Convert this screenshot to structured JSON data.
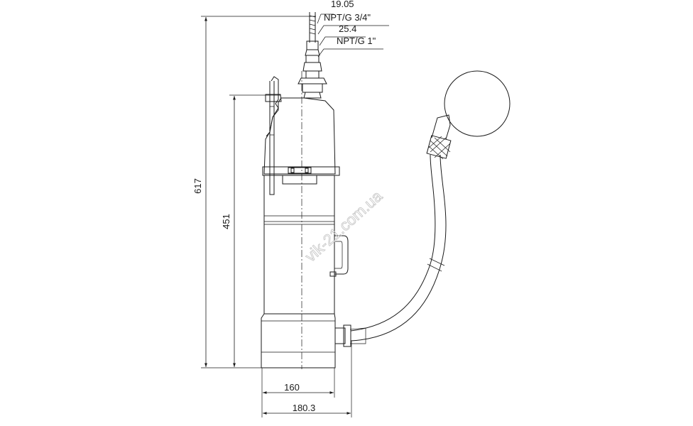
{
  "dimensions": {
    "overall_height": "617",
    "body_height": "451",
    "body_width": "160",
    "overall_width": "180.3"
  },
  "connections": {
    "hose_size_1": "19.05",
    "thread_1": "NPT/G 3/4\"",
    "hose_size_2": "25.4",
    "thread_2": "NPT/G 1\""
  },
  "watermark": "vik-21.com.ua"
}
